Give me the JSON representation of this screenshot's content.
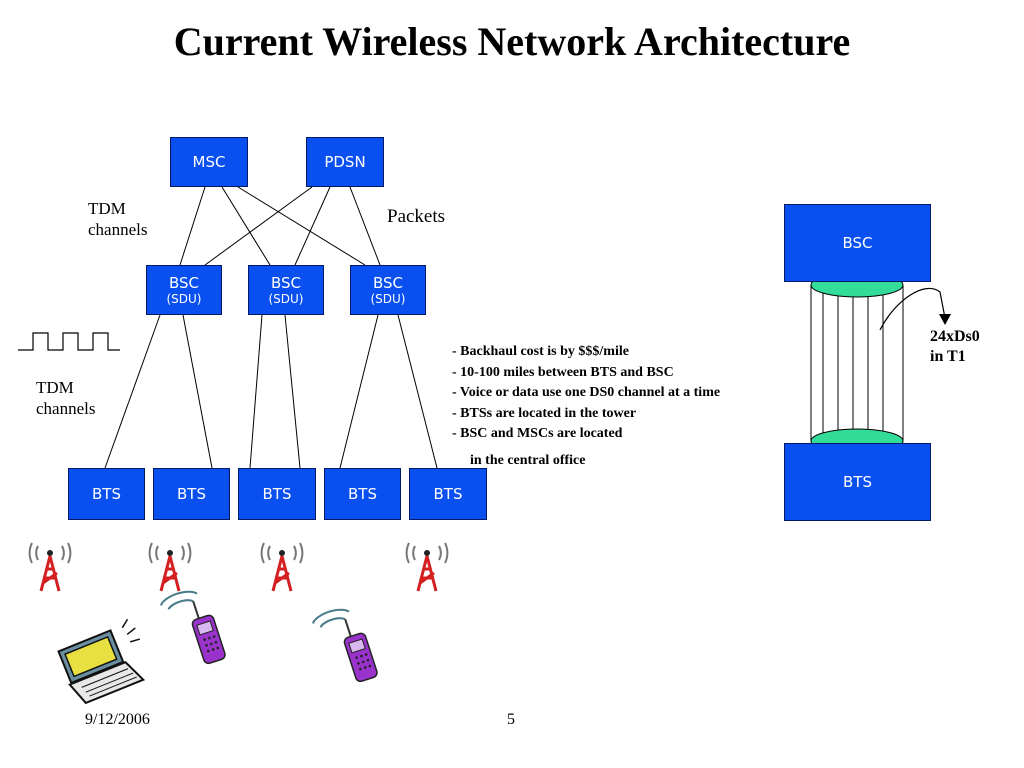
{
  "slide": {
    "title": "Current Wireless Network  Architecture",
    "footer_date": "9/12/2006",
    "page_number": "5"
  },
  "nodes": {
    "msc": "MSC",
    "pdsn": "PDSN",
    "bsc_label": "BSC",
    "sdu_label": "(SDU)",
    "bts_label": "BTS"
  },
  "labels": {
    "tdm_channels_top": [
      "TDM",
      "channels"
    ],
    "tdm_channels_left": [
      "TDM",
      "channels"
    ],
    "packets": "Packets",
    "t1_label": [
      "24xDs0",
      "in T1"
    ]
  },
  "side_diagram": {
    "bsc": "BSC",
    "bts": "BTS"
  },
  "notes": [
    "- Backhaul cost is by $$$/mile",
    "- 10-100 miles between BTS and BSC",
    "-  Voice or data use one DS0 channel at a time",
    "-  BTSs are located in the tower",
    "-   BSC and MSCs are located",
    "   in the central office"
  ],
  "colors": {
    "node_fill": "#0a50f0",
    "cylinder_fill": "#33dd99",
    "tower_red": "#d42020",
    "phone_purple": "#9933cc"
  }
}
